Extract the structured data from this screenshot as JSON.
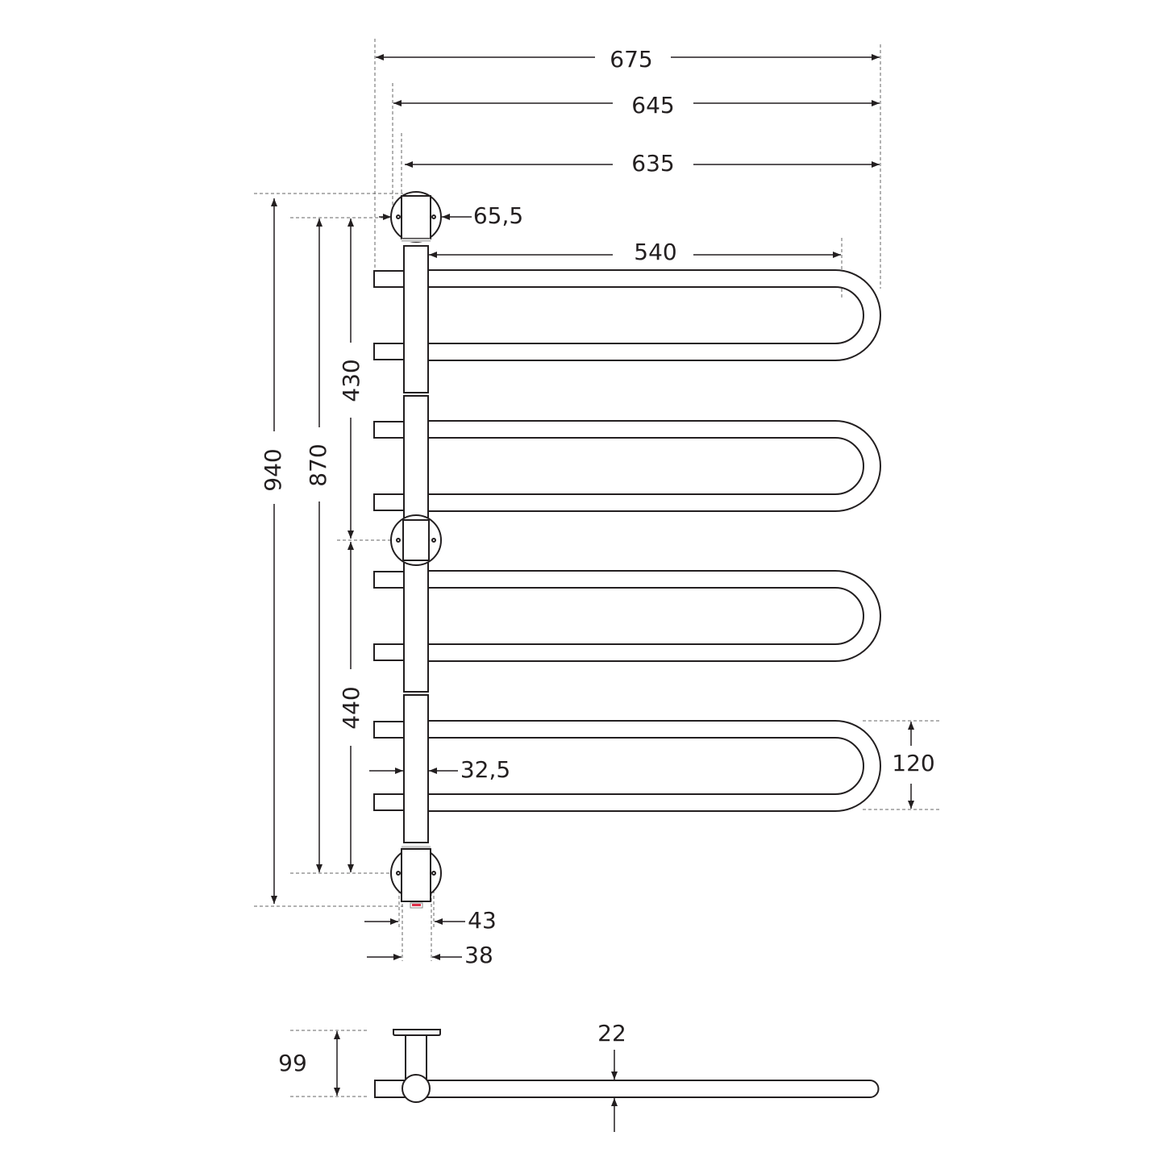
{
  "dimensions": {
    "overall_width": "675",
    "width_mid": "645",
    "width_inner": "635",
    "bar_length": "540",
    "mount_diameter": "65,5",
    "overall_height": "940",
    "mount_span": "870",
    "upper_span": "430",
    "lower_span": "440",
    "column_width": "32,5",
    "loop_height": "120",
    "base_outer": "43",
    "base_inner": "38",
    "wall_distance": "99",
    "tube_diameter": "22"
  },
  "colors": {
    "line": "#231f20",
    "marker": "#e0304a"
  }
}
